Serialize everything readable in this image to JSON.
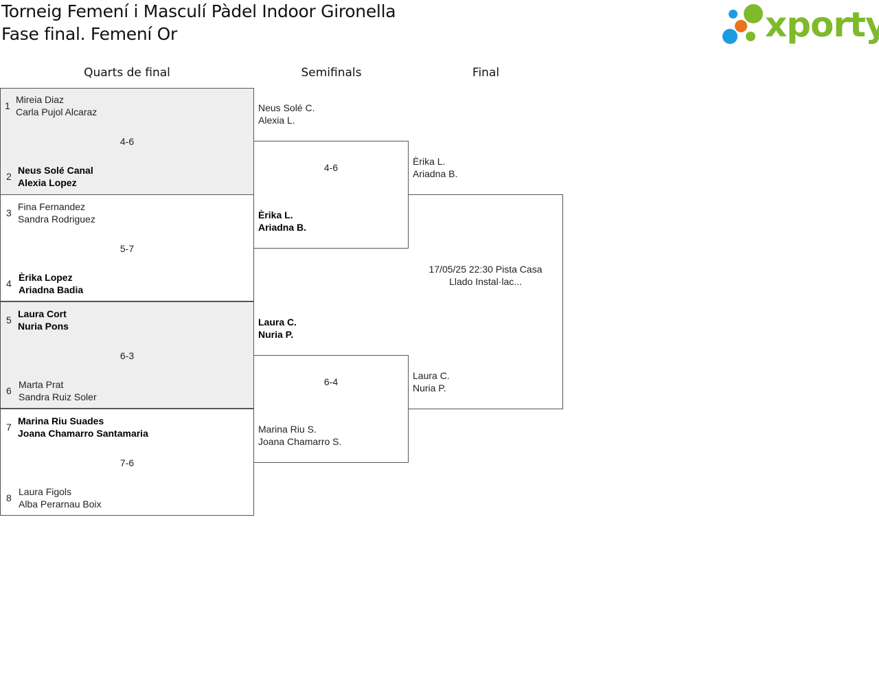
{
  "header": {
    "title_line1": "Torneig Femení i Masculí Pàdel Indoor Gironella",
    "title_line2": "Fase final. Femení Or",
    "logo_text": "xporty"
  },
  "rounds": [
    "Quarts de final",
    "Semifinals",
    "Final"
  ],
  "quarterfinals": [
    {
      "top": {
        "seed": "1",
        "p1": "Mireia Diaz",
        "p2": "Carla Pujol Alcaraz"
      },
      "score": "4-6",
      "bottom": {
        "seed": "2",
        "p1": "Neus Solé Canal",
        "p2": "Alexia Lopez"
      }
    },
    {
      "top": {
        "seed": "3",
        "p1": "Fina Fernandez",
        "p2": "Sandra Rodriguez"
      },
      "score": "5-7",
      "bottom": {
        "seed": "4",
        "p1": "Èrika Lopez",
        "p2": "Ariadna Badia"
      }
    },
    {
      "top": {
        "seed": "5",
        "p1": "Laura Cort",
        "p2": "Nuria Pons"
      },
      "score": "6-3",
      "bottom": {
        "seed": "6",
        "p1": "Marta Prat",
        "p2": "Sandra Ruiz Soler"
      }
    },
    {
      "top": {
        "seed": "7",
        "p1": "Marina Riu Suades",
        "p2": "Joana Chamarro Santamaria"
      },
      "score": "7-6",
      "bottom": {
        "seed": "8",
        "p1": "Laura Figols",
        "p2": "Alba Perarnau Boix"
      }
    }
  ],
  "semifinals": [
    {
      "top": {
        "p1": "Neus Solé C.",
        "p2": "Alexia L."
      },
      "score": "4-6",
      "bottom": {
        "p1": "Èrika L.",
        "p2": "Ariadna B."
      }
    },
    {
      "top": {
        "p1": "Laura C.",
        "p2": "Nuria P."
      },
      "score": "6-4",
      "bottom": {
        "p1": "Marina Riu S.",
        "p2": "Joana Chamarro S."
      }
    }
  ],
  "final": {
    "top": {
      "p1": "Èrika L.",
      "p2": "Ariadna B."
    },
    "bottom": {
      "p1": "Laura C.",
      "p2": "Nuria P."
    },
    "info_line1": "17/05/25 22:30 Pista Casa",
    "info_line2": "Llado Instal·lac..."
  },
  "colors": {
    "logo_green": "#7fba2b",
    "logo_blue": "#1e9be0",
    "logo_orange": "#e8731c",
    "shaded_row": "#eeeeee",
    "border": "#555555"
  }
}
